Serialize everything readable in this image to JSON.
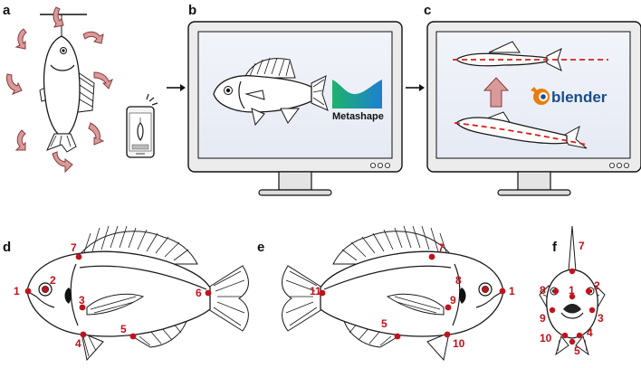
{
  "panels": {
    "a": {
      "letter": "a"
    },
    "b": {
      "letter": "b",
      "software_label": "Metashape"
    },
    "c": {
      "letter": "c",
      "software_label": "blender"
    },
    "d": {
      "letter": "d",
      "landmarks": [
        "1",
        "2",
        "3",
        "4",
        "5",
        "6",
        "7"
      ]
    },
    "e": {
      "letter": "e",
      "landmarks": [
        "1",
        "5",
        "7",
        "8",
        "9",
        "10",
        "11"
      ]
    },
    "f": {
      "letter": "f",
      "landmarks": [
        "1",
        "2",
        "3",
        "4",
        "5",
        "7",
        "8",
        "9",
        "10"
      ]
    }
  },
  "colors": {
    "landmark": "#c0131b",
    "rotation_arrow": "#d99a9a",
    "monitor_screen": "#eef1f8",
    "monitor_frame": "#ececec",
    "midline": "#d8201e",
    "metashape_gradient": [
      "#1fb36b",
      "#1c7fd1"
    ],
    "blender_orange": "#e87d0d",
    "blender_blue": "#1a4d8c"
  },
  "icons": [
    "rotation-arrow-icon",
    "smartphone-icon",
    "monitor-icon",
    "metashape-logo-icon",
    "blender-logo-icon",
    "up-arrow-icon",
    "right-arrow-icon"
  ]
}
